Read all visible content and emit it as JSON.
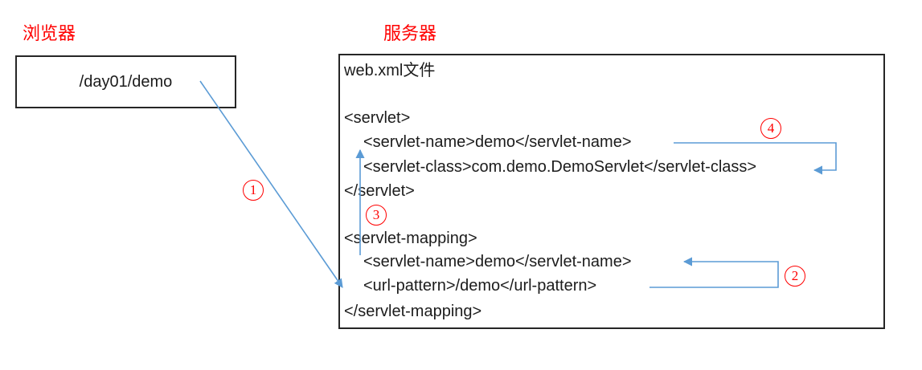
{
  "diagram": {
    "browser": {
      "label": "浏览器",
      "url": "/day01/demo"
    },
    "server": {
      "label": "服务器",
      "file_title": "web.xml文件",
      "code_lines": [
        "<servlet>",
        "<servlet-name>demo</servlet-name>",
        "<servlet-class>com.demo.DemoServlet</servlet-class>",
        "</servlet>",
        "<servlet-mapping>",
        "<servlet-name>demo</servlet-name>",
        "<url-pattern>/demo</url-pattern>",
        "</servlet-mapping>"
      ]
    },
    "steps": [
      "1",
      "2",
      "3",
      "4"
    ],
    "colors": {
      "arrow": "#5b9bd5",
      "step_circle": "#ff0000",
      "label_red": "#ff0000",
      "text": "#1c1c1c",
      "box_border": "#262626"
    }
  }
}
